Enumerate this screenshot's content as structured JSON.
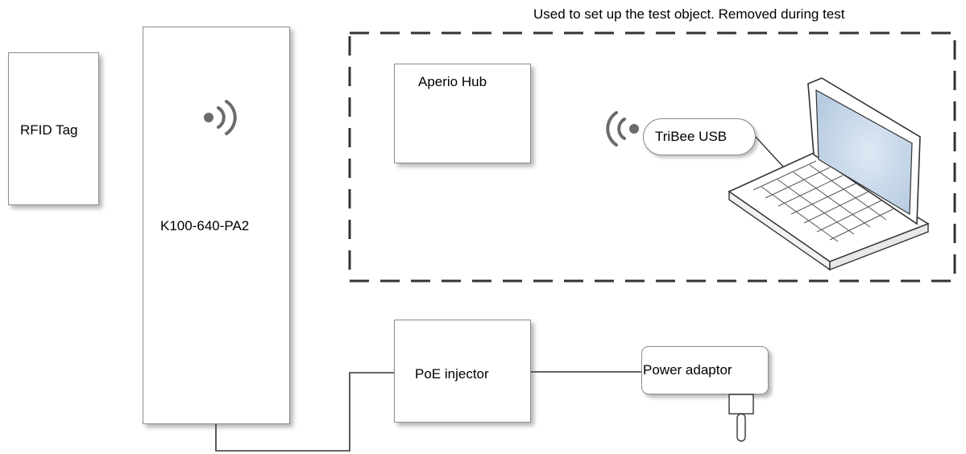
{
  "caption": "Used to set up the test object. Removed during test",
  "nodes": {
    "rfid_tag": "RFID Tag",
    "reader": "K100-640-PA2",
    "aperio_hub": "Aperio Hub",
    "tribee_usb": "TriBee USB",
    "poe_injector": "PoE injector",
    "power_adaptor": "Power adaptor"
  },
  "icons": {
    "reader_wireless": "wireless-signal-right-icon",
    "tribee_wireless": "wireless-signal-left-icon",
    "laptop": "laptop-icon",
    "plug": "power-plug-icon"
  },
  "colors": {
    "line": "#333333",
    "box_border": "#8c8c8c",
    "icon_gray": "#6b6b6b",
    "screen_blue": "#c9d9ea"
  }
}
